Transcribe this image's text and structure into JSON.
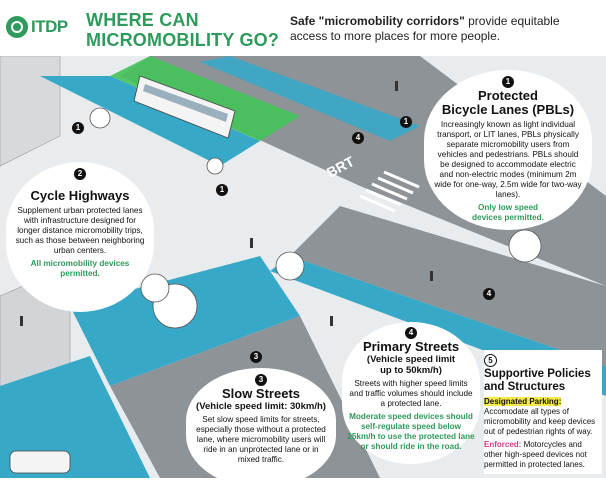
{
  "header": {
    "logo_text": "ITDP",
    "title_line1": "WHERE CAN",
    "title_line2": "MICROMOBILITY GO?",
    "tagline_bold": "Safe \"micromobility corridors\"",
    "tagline_rest": " provide equitable access to more places for more people.",
    "brand_color": "#2e9a5b"
  },
  "scene": {
    "road_label": "BRT",
    "lane_color": "#37a8c8",
    "green_lane_color": "#44c35a"
  },
  "sections": [
    {
      "number": "1",
      "title_line1": "Protected",
      "title_line2": "Bicycle Lanes (PBLs)",
      "body": "Increasingly known as light individual transport, or LIT lanes, PBLs physically separate micromobility users from vehicles and pedestrians. PBLs should be designed to accommodate electric and non-electric modes (minimum 2m wide for one-way, 2.5m wide for two-way lanes).",
      "note": "Only low speed devices permitted."
    },
    {
      "number": "2",
      "title": "Cycle Highways",
      "body": "Supplement urban protected lanes with infrastructure designed for longer distance micromobility trips, such as those between neighboring urban centers.",
      "note": "All micromobility devices permitted."
    },
    {
      "number": "3",
      "title": "Slow Streets",
      "subtitle": "(Vehicle speed limit: 30km/h)",
      "body": "Set slow speed limits for streets, especially those without a protected lane, where micromobility users will ride in an unprotected lane or in mixed traffic."
    },
    {
      "number": "4",
      "title": "Primary Streets",
      "subtitle_line1": "(Vehicle speed limit",
      "subtitle_line2": "up to 50km/h)",
      "body": "Streets with higher speed limits and traffic volumes should include a protected lane.",
      "note": "Moderate speed devices should self-regulate speed below 25km/h to use the protected lane or should ride in the road."
    },
    {
      "number": "5",
      "title_line1": "Supportive Policies",
      "title_line2": "and Structures",
      "parking_label": "Designated Parking:",
      "parking_body": " Accomodate all types of micromobility and keep devices out of pedestrian rights of way.",
      "enforced_label": "Enforced:",
      "enforced_body": " Motorcycles and other high-speed devices not permitted in protected lanes."
    }
  ],
  "map_markers": [
    "1",
    "1",
    "1",
    "1",
    "2",
    "3",
    "4",
    "4",
    "5"
  ]
}
